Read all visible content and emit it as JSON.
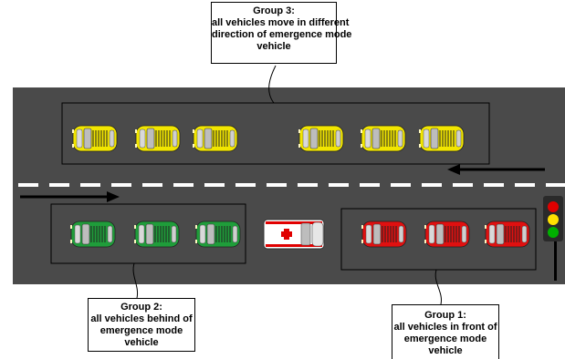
{
  "groups": {
    "group3": {
      "title": "Group 3:",
      "lines": [
        "all vehicles move in different",
        "direction  of emergence mode",
        "vehicle"
      ]
    },
    "group2": {
      "title": "Group 2:",
      "lines": [
        "all vehicles behind of",
        "emergence mode",
        "vehicle"
      ]
    },
    "group1": {
      "title": "Group 1:",
      "lines": [
        "all vehicles in front of",
        "emergence mode",
        "vehicle"
      ]
    }
  },
  "vehicles": {
    "group3": [
      "car-yellow",
      "car-yellow",
      "car-yellow",
      "car-yellow",
      "car-yellow",
      "car-yellow"
    ],
    "group2": [
      "car-green",
      "car-green",
      "car-green"
    ],
    "group1": [
      "car-red",
      "car-red",
      "car-red"
    ],
    "emergency": "ambulance"
  },
  "colors": {
    "road": "#4a4a4a",
    "lane_marking": "#ffffff",
    "yellow_car": "#f2e600",
    "green_car": "#1f9d3a",
    "red_car": "#e01010",
    "ambulance_cross": "#e00000",
    "traffic_light_red": "#e00000",
    "traffic_light_yellow": "#ffe000",
    "traffic_light_green": "#00b000"
  }
}
